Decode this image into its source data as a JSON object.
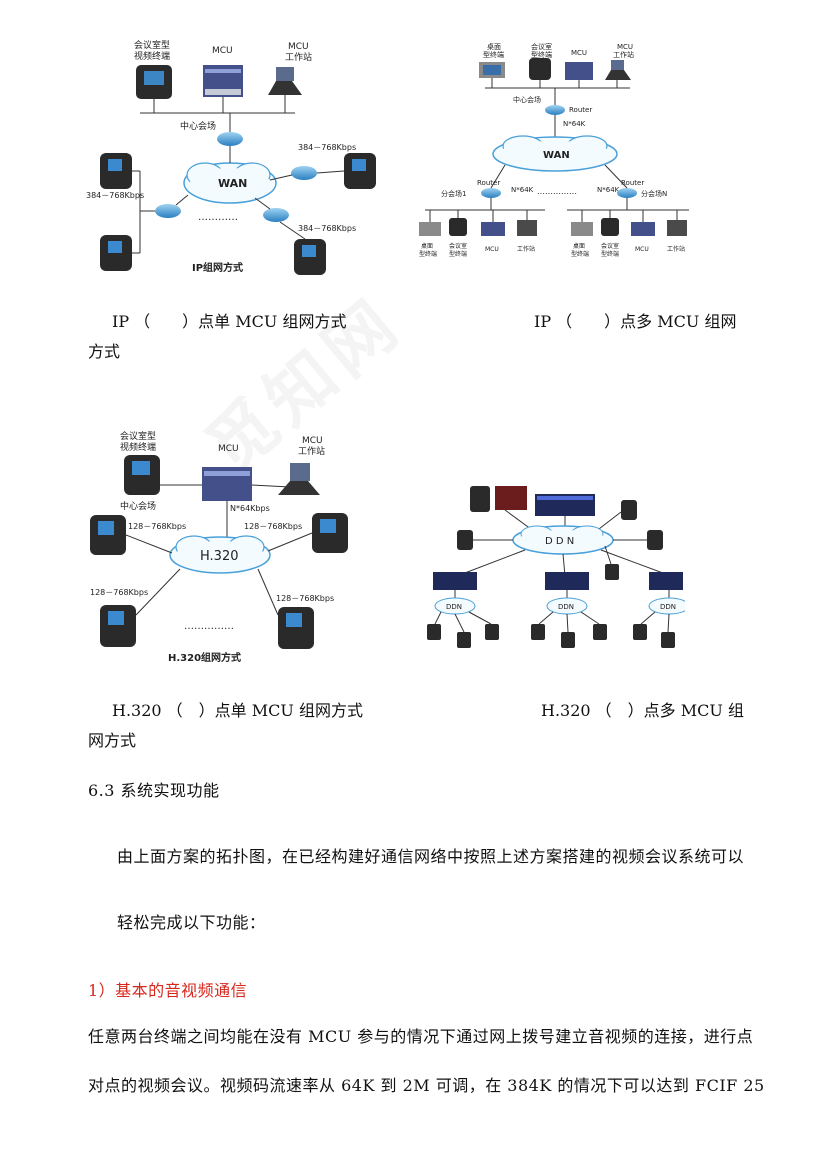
{
  "diagrams": {
    "d1": {
      "top_left_label_1": "会议室型",
      "top_left_label_2": "视频终端",
      "mcu_label": "MCU",
      "ws_label_1": "MCU",
      "ws_label_2": "工作站",
      "center_label": "中心会场",
      "cloud_label": "WAN",
      "rate_1": "384－768Kbps",
      "rate_2": "384－768Kbps",
      "rate_3": "384－768Kbps",
      "dots": "…………",
      "title": "IP组网方式"
    },
    "d2": {
      "t1a": "桌面",
      "t1b": "型终端",
      "t2a": "会议室",
      "t2b": "型终端",
      "t3": "MCU",
      "t4a": "MCU",
      "t4b": "工作站",
      "center_label": "中心会场",
      "router": "Router",
      "n64": "N*64K",
      "cloud_label": "WAN",
      "branch1": "分会场1",
      "branchN": "分会场N",
      "dots": "……………",
      "b_desk_a": "桌面",
      "b_desk_b": "型终端",
      "b_room_a": "会议室",
      "b_room_b": "型终端",
      "b_mcu": "MCU",
      "b_ws": "工作站"
    },
    "d3": {
      "room_1": "会议室型",
      "room_2": "视频终端",
      "mcu_label": "MCU",
      "ws_1": "MCU",
      "ws_2": "工作站",
      "center_label": "中心会场",
      "n64": "N*64Kbps",
      "cloud_label": "H.320",
      "rate_1": "128－768Kbps",
      "rate_2": "128－768Kbps",
      "rate_3": "128－768Kbps",
      "rate_4": "128－768Kbps",
      "dots": "……………",
      "title": "H.320组网方式"
    },
    "d4": {
      "cloud_main": "D D N",
      "cloud_small": "DDN"
    }
  },
  "captions": {
    "cap1": "IP （　　）点单 MCU 组网方式",
    "cap2": "IP （　　）点多 MCU 组网",
    "cap2_cont": "方式",
    "cap3": "H.320 （　）点单 MCU 组网方式",
    "cap4": "H.320 （　）点多 MCU 组",
    "cap4_cont": "网方式"
  },
  "section": {
    "heading": "6.3 系统实现功能",
    "para1_line1": "由上面方案的拓扑图，在已经构建好通信网络中按照上述方案搭建的视频会议系统可以",
    "para1_line2": "轻松完成以下功能：",
    "item1": "1）基本的音视频通信",
    "para2_line1": "任意两台终端之间均能在没有 MCU 参与的情况下通过网上拨号建立音视频的连接，进行点",
    "para2_line2": "对点的视频会议。视频码流速率从 64K 到 2M 可调，在 384K 的情况下可以达到 FCIF 25"
  },
  "watermark": "觅知网"
}
